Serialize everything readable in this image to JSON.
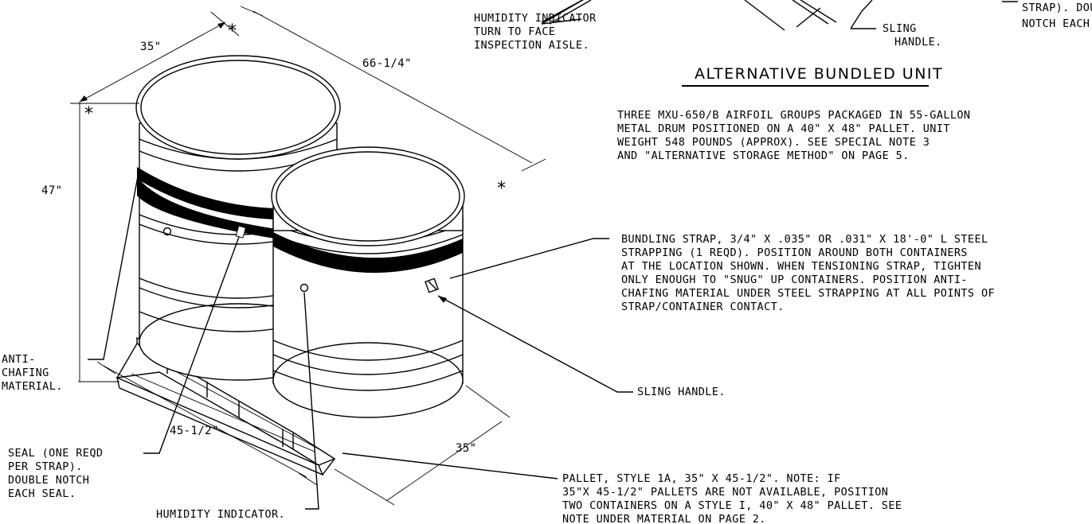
{
  "title": "ALTERNATIVE BUNDLED UNIT",
  "description_lines": [
    "THREE MXU-650/B AIRFOIL GROUPS PACKAGED IN 55-GALLON",
    "METAL DRUM POSITIONED ON A 40\" X 48\" PALLET.  UNIT",
    "WEIGHT 548 POUNDS (APPROX).  SEE SPECIAL NOTE 3",
    "AND \"ALTERNATIVE STORAGE METHOD\" ON PAGE 5."
  ],
  "top_partial": {
    "humidity_lines": [
      "HUMIDITY INDICATOR",
      "TURN TO FACE",
      "INSPECTION AISLE."
    ],
    "sling_lines": [
      "SLING",
      "HANDLE."
    ],
    "seal_lines": [
      "STRAP). DOUBLE",
      "NOTCH EACH SEAL."
    ]
  },
  "callouts": {
    "bundling_strap": [
      "BUNDLING STRAP, 3/4\" X .035\" OR .031\" X 18'-0\" L STEEL",
      "STRAPPING (1 REQD).  POSITION AROUND BOTH CONTAINERS",
      "AT THE LOCATION SHOWN.  WHEN TENSIONING STRAP, TIGHTEN",
      "ONLY ENOUGH TO \"SNUG\" UP CONTAINERS.  POSITION ANTI-",
      "CHAFING MATERIAL UNDER STEEL STRAPPING AT ALL POINTS OF",
      "STRAP/CONTAINER CONTACT."
    ],
    "sling_handle": "SLING HANDLE.",
    "pallet": [
      "PALLET, STYLE 1A, 35\" X 45-1/2\".  NOTE: IF",
      "35\"X 45-1/2\" PALLETS ARE NOT AVAILABLE, POSITION",
      "TWO CONTAINERS ON A STYLE I, 40\" X 48\" PALLET.  SEE",
      "NOTE UNDER MATERIAL  ON PAGE 2."
    ],
    "anti_chafing": [
      "ANTI-",
      "CHAFING",
      "MATERIAL."
    ],
    "seal": [
      "SEAL (ONE REQD",
      "PER STRAP).",
      "DOUBLE NOTCH",
      "EACH SEAL."
    ],
    "humidity_indicator": "HUMIDITY INDICATOR."
  },
  "dimensions": {
    "top_width": "35\"",
    "top_length": "66-1/4\"",
    "height": "47\"",
    "pallet_length": "45-1/2\"",
    "pallet_width": "35\"",
    "asterisk": "*"
  }
}
